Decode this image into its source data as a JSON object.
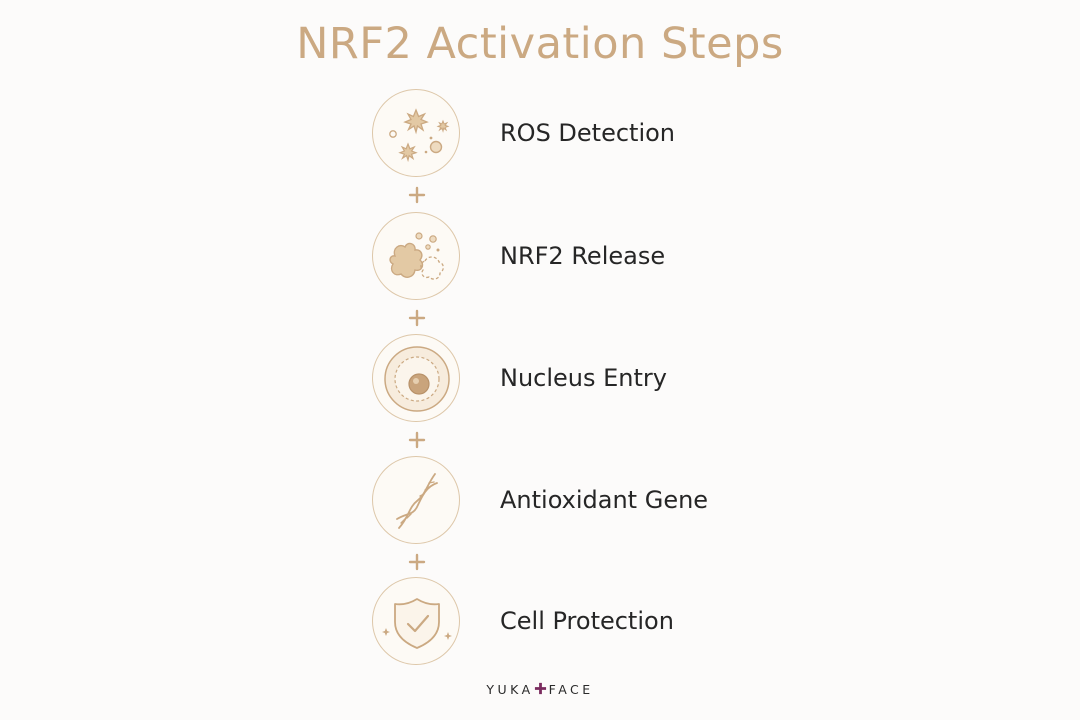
{
  "title": "NRF2 Activation Steps",
  "steps": [
    {
      "label": "ROS Detection",
      "icon": "ros-particles-icon"
    },
    {
      "label": "NRF2 Release",
      "icon": "protein-release-icon"
    },
    {
      "label": "Nucleus Entry",
      "icon": "nucleus-icon"
    },
    {
      "label": "Antioxidant Gene",
      "icon": "dna-helix-icon"
    },
    {
      "label": "Cell Protection",
      "icon": "shield-check-icon"
    }
  ],
  "brand": {
    "left": "YUKA",
    "right": "FACE"
  },
  "colors": {
    "title": "#cba982",
    "icon_stroke": "#cba982",
    "icon_fill": "#e3c9a4",
    "circle_border": "#ddc7a9",
    "label_text": "#262626",
    "brand_cross": "#7a2b5e"
  }
}
